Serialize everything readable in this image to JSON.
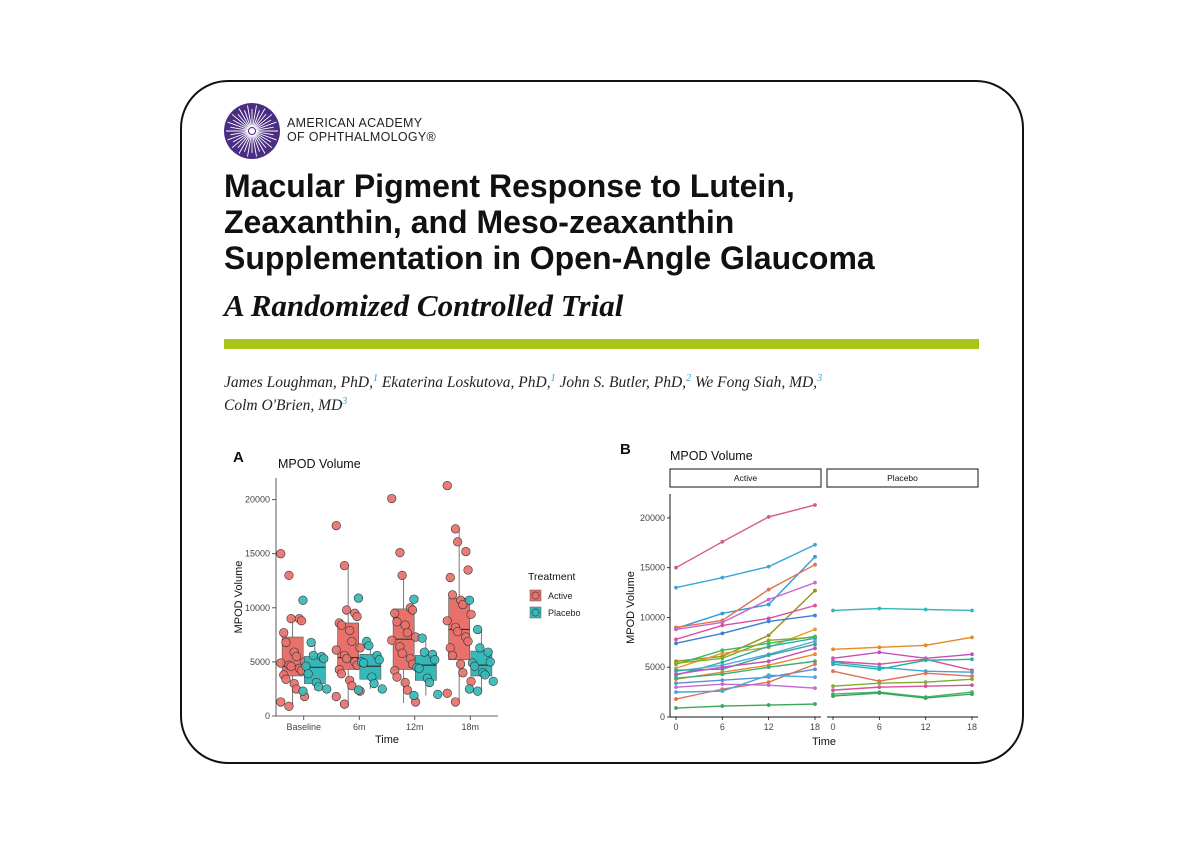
{
  "organization": {
    "line1": "AMERICAN ACADEMY",
    "line2": "OF OPHTHALMOLOGY®"
  },
  "article": {
    "title_lines": [
      "Macular Pigment Response to Lutein,",
      "Zeaxanthin, and Meso-zeaxanthin",
      "Supplementation in Open-Angle Glaucoma"
    ],
    "subtitle": "A Randomized Controlled Trial",
    "authors": [
      {
        "name": "James Loughman, PhD,",
        "aff": "1"
      },
      {
        "name": "Ekaterina Loskutova, PhD,",
        "aff": "1"
      },
      {
        "name": "John S. Butler, PhD,",
        "aff": "2"
      },
      {
        "name": "We Fong Siah, MD,",
        "aff": "3"
      },
      {
        "name": "Colm O'Brien, MD",
        "aff": "3"
      }
    ]
  },
  "colors": {
    "active": "#e8716c",
    "placebo": "#36b8b8",
    "accent_rule": "#a6c516",
    "logo": "#4b2e83"
  },
  "chart_data": [
    {
      "panel": "A",
      "type": "box",
      "title": "MPOD Volume",
      "xlabel": "Time",
      "ylabel": "MPOD Volume",
      "categories": [
        "Baseline",
        "6m",
        "12m",
        "18m"
      ],
      "yticks": [
        0,
        5000,
        10000,
        15000,
        20000
      ],
      "ylim": [
        0,
        22000
      ],
      "legend": {
        "title": "Treatment",
        "placement": "right",
        "entries": [
          "Active",
          "Placebo"
        ]
      },
      "series": [
        {
          "name": "Active",
          "boxes": [
            {
              "q1": 3700,
              "median": 4600,
              "q3": 7300,
              "min": 900,
              "max": 9000
            },
            {
              "q1": 4300,
              "median": 5400,
              "q3": 8600,
              "min": 900,
              "max": 14000
            },
            {
              "q1": 4300,
              "median": 7100,
              "q3": 9900,
              "min": 1200,
              "max": 13000
            },
            {
              "q1": 5200,
              "median": 8000,
              "q3": 10900,
              "min": 1300,
              "max": 17300
            }
          ],
          "points": [
            [
              15000,
              13000,
              9000,
              9000,
              8800,
              7700,
              6800,
              5900,
              5500,
              5000,
              4900,
              4700,
              4600,
              4400,
              4200,
              3800,
              3400,
              3000,
              2500,
              1800,
              1300,
              900
            ],
            [
              17600,
              13900,
              9800,
              9500,
              9200,
              8600,
              8400,
              7900,
              6900,
              6300,
              6100,
              5600,
              5300,
              5000,
              4700,
              4300,
              3900,
              3300,
              2800,
              2300,
              1800,
              1100
            ],
            [
              20100,
              15100,
              13000,
              10000,
              9800,
              9500,
              8700,
              8400,
              7700,
              7300,
              7000,
              6400,
              5800,
              5300,
              4800,
              4200,
              3600,
              3100,
              2400,
              1300
            ],
            [
              21300,
              17300,
              16100,
              15200,
              13500,
              12800,
              11200,
              10700,
              10300,
              9400,
              8800,
              8200,
              7800,
              7300,
              6900,
              6300,
              5600,
              4800,
              4000,
              3200,
              2100,
              1300
            ]
          ]
        },
        {
          "name": "Placebo",
          "boxes": [
            {
              "q1": 3000,
              "median": 4500,
              "q3": 5500,
              "min": 2400,
              "max": 6900
            },
            {
              "q1": 3400,
              "median": 4600,
              "q3": 5700,
              "min": 2500,
              "max": 6900
            },
            {
              "q1": 3300,
              "median": 4700,
              "q3": 5600,
              "min": 1900,
              "max": 6900
            },
            {
              "q1": 3700,
              "median": 4700,
              "q3": 6000,
              "min": 2400,
              "max": 8000
            }
          ],
          "points": [
            [
              10700,
              6800,
              5600,
              5500,
              5300,
              4600,
              3900,
              3100,
              2700,
              2500,
              2300
            ],
            [
              10900,
              6900,
              6500,
              5600,
              5200,
              5000,
              4900,
              3600,
              3000,
              2500,
              2400
            ],
            [
              10800,
              7200,
              5900,
              5700,
              5200,
              4500,
              4400,
              3500,
              3100,
              2000,
              1900
            ],
            [
              10700,
              8000,
              6300,
              5900,
              5000,
              4900,
              4600,
              4000,
              3800,
              3200,
              2500,
              2300
            ]
          ]
        }
      ]
    },
    {
      "panel": "B",
      "type": "line",
      "title": "MPOD Volume",
      "xlabel": "Time",
      "ylabel": "MPOD Volume",
      "facets": [
        "Active",
        "Placebo"
      ],
      "x": [
        0,
        6,
        12,
        18
      ],
      "yticks": [
        0,
        5000,
        10000,
        15000,
        20000
      ],
      "ylim": [
        0,
        22000
      ],
      "lines": [
        {
          "facet": "Active",
          "color": "#d6588c",
          "values": [
            15000,
            17600,
            20100,
            21300
          ]
        },
        {
          "facet": "Active",
          "color": "#3fa4d6",
          "values": [
            13000,
            14000,
            15100,
            17300
          ]
        },
        {
          "facet": "Active",
          "color": "#2f9bd9",
          "values": [
            8900,
            10400,
            11300,
            16100
          ]
        },
        {
          "facet": "Active",
          "color": "#e0724d",
          "values": [
            9000,
            9700,
            12800,
            15300
          ]
        },
        {
          "facet": "Active",
          "color": "#cc68c8",
          "values": [
            8800,
            9500,
            11800,
            13500
          ]
        },
        {
          "facet": "Active",
          "color": "#9c8f1a",
          "values": [
            5600,
            6100,
            8200,
            12700
          ]
        },
        {
          "facet": "Active",
          "color": "#d9509e",
          "values": [
            7800,
            9200,
            9900,
            11200
          ]
        },
        {
          "facet": "Active",
          "color": "#3d7fd1",
          "values": [
            7400,
            8400,
            9600,
            10200
          ]
        },
        {
          "facet": "Active",
          "color": "#e79b2e",
          "values": [
            4900,
            6400,
            7000,
            8800
          ]
        },
        {
          "facet": "Active",
          "color": "#41b36a",
          "values": [
            5300,
            6700,
            7400,
            8100
          ]
        },
        {
          "facet": "Active",
          "color": "#7dae2e",
          "values": [
            5400,
            5900,
            7700,
            8000
          ]
        },
        {
          "facet": "Active",
          "color": "#22b2a5",
          "values": [
            4200,
            5500,
            7100,
            7900
          ]
        },
        {
          "facet": "Active",
          "color": "#5fa6e0",
          "values": [
            4600,
            5200,
            6300,
            7600
          ]
        },
        {
          "facet": "Active",
          "color": "#33a69c",
          "values": [
            4700,
            4800,
            6200,
            7300
          ]
        },
        {
          "facet": "Active",
          "color": "#c44fc0",
          "values": [
            4300,
            5000,
            5600,
            6900
          ]
        },
        {
          "facet": "Active",
          "color": "#e48a28",
          "values": [
            3800,
            4500,
            5200,
            6300
          ]
        },
        {
          "facet": "Active",
          "color": "#3cb070",
          "values": [
            3900,
            4300,
            5000,
            5600
          ]
        },
        {
          "facet": "Active",
          "color": "#5a8fd6",
          "values": [
            3400,
            3700,
            4000,
            4800
          ]
        },
        {
          "facet": "Active",
          "color": "#df6f58",
          "values": [
            1800,
            2800,
            3500,
            5300
          ]
        },
        {
          "facet": "Active",
          "color": "#c86ad1",
          "values": [
            3000,
            3300,
            3200,
            2900
          ]
        },
        {
          "facet": "Active",
          "color": "#42a8de",
          "values": [
            2500,
            2600,
            4200,
            4000
          ]
        },
        {
          "facet": "Active",
          "color": "#38a858",
          "values": [
            900,
            1100,
            1200,
            1300
          ]
        },
        {
          "facet": "Placebo",
          "color": "#36b8b8",
          "values": [
            10700,
            10900,
            10800,
            10700
          ]
        },
        {
          "facet": "Placebo",
          "color": "#e48a28",
          "values": [
            6800,
            7000,
            7200,
            8000
          ]
        },
        {
          "facet": "Placebo",
          "color": "#c44fc0",
          "values": [
            5900,
            6500,
            5900,
            6300
          ]
        },
        {
          "facet": "Placebo",
          "color": "#d6588c",
          "values": [
            5600,
            5300,
            5800,
            4700
          ]
        },
        {
          "facet": "Placebo",
          "color": "#3fa4d6",
          "values": [
            5500,
            5000,
            4600,
            4500
          ]
        },
        {
          "facet": "Placebo",
          "color": "#22b2a5",
          "values": [
            5300,
            4800,
            5700,
            5800
          ]
        },
        {
          "facet": "Placebo",
          "color": "#df6f58",
          "values": [
            4600,
            3600,
            4400,
            4100
          ]
        },
        {
          "facet": "Placebo",
          "color": "#7dae2e",
          "values": [
            3100,
            3400,
            3500,
            3800
          ]
        },
        {
          "facet": "Placebo",
          "color": "#d9509e",
          "values": [
            2700,
            3000,
            3100,
            3200
          ]
        },
        {
          "facet": "Placebo",
          "color": "#41b36a",
          "values": [
            2300,
            2500,
            2000,
            2500
          ]
        },
        {
          "facet": "Placebo",
          "color": "#38a858",
          "values": [
            2100,
            2400,
            1900,
            2300
          ]
        }
      ]
    }
  ]
}
